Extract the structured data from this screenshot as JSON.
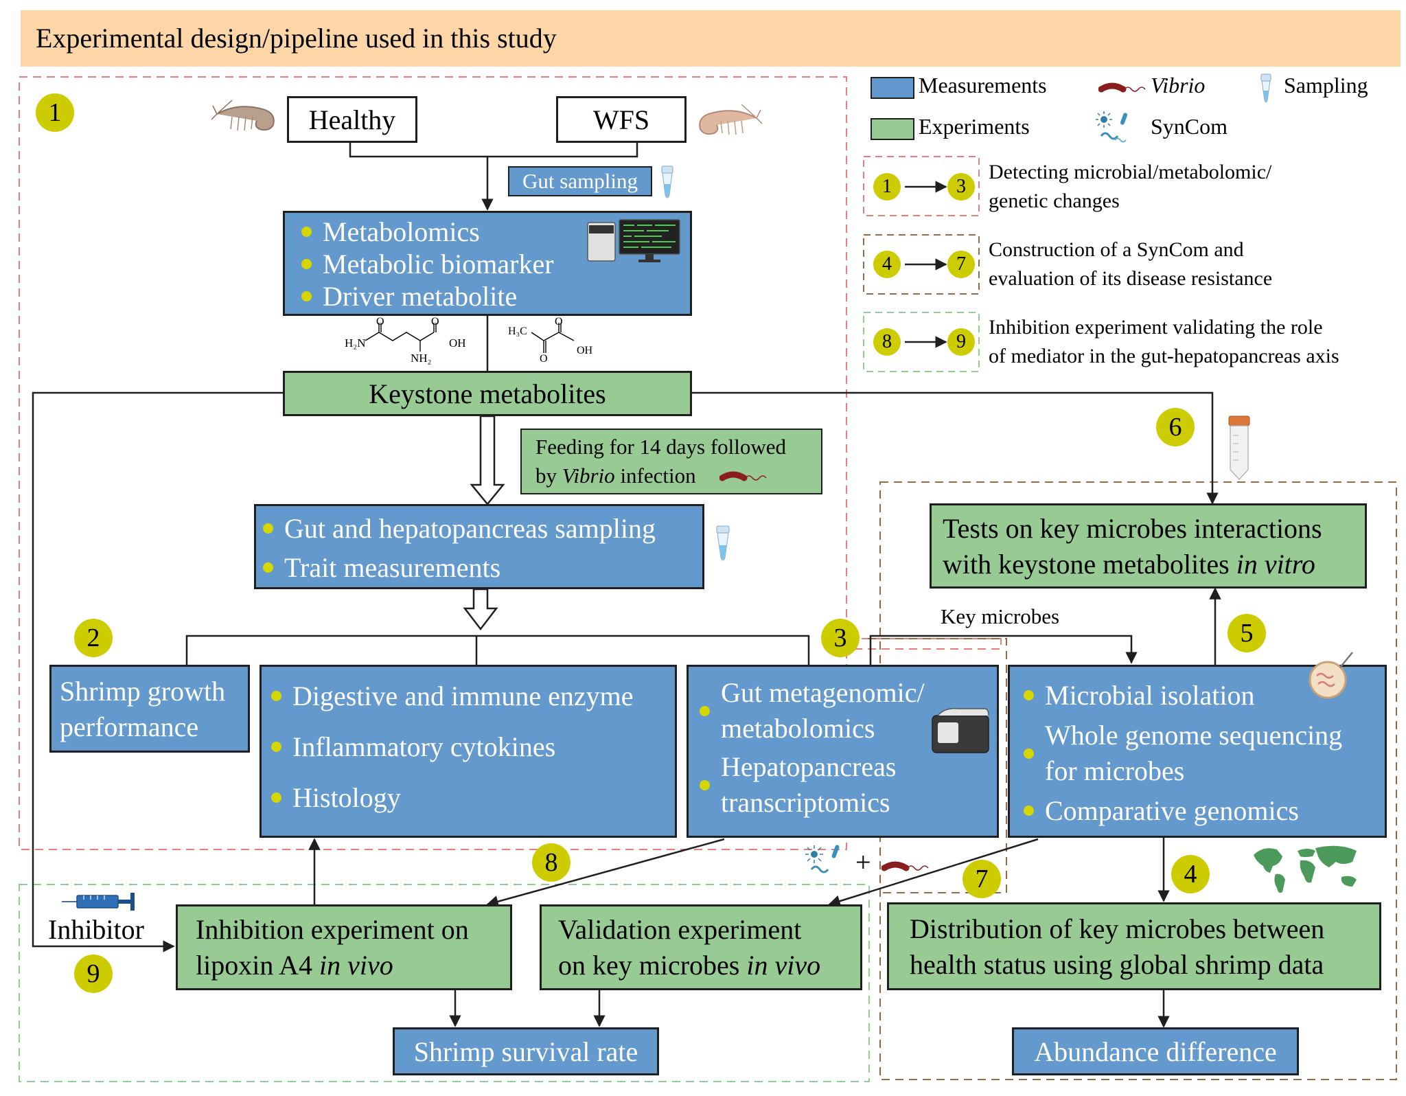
{
  "header": {
    "title": "Experimental design/pipeline used in this study"
  },
  "legend": {
    "measurements": "Measurements",
    "experiments": "Experiments",
    "vibrio": "Vibrio",
    "syncom": "SynCom",
    "sampling": "Sampling",
    "colors": {
      "measurements": "#6499cd",
      "experiments": "#98cb93"
    },
    "phases": [
      {
        "from": "1",
        "to": "3",
        "text1": "Detecting microbial/metabolomic/",
        "text2": "genetic changes"
      },
      {
        "from": "4",
        "to": "7",
        "text1": "Construction of a SynCom and",
        "text2": "evaluation of its disease resistance"
      },
      {
        "from": "8",
        "to": "9",
        "text1": "Inhibition experiment validating the role",
        "text2": "of mediator in the gut-hepatopancreas axis"
      }
    ]
  },
  "badges": {
    "b1": "1",
    "b2": "2",
    "b3": "3",
    "b4": "4",
    "b5": "5",
    "b6": "6",
    "b7": "7",
    "b8": "8",
    "b9": "9"
  },
  "groups": {
    "healthy": "Healthy",
    "wfs": "WFS"
  },
  "gut_sampling": "Gut sampling",
  "metabolomics_box": [
    "Metabolomics",
    "Metabolic biomarker",
    "Driver metabolite"
  ],
  "chem": {
    "glutamine_o": "O",
    "glutamine_h2n": "H₂N",
    "glutamine_oh": "OH",
    "glutamine_nh2": "NH₂",
    "pyruvate_h3c": "H₃C",
    "pyruvate_o1": "O",
    "pyruvate_o2": "O",
    "pyruvate_oh": "OH"
  },
  "keystone": "Keystone metabolites",
  "feeding": {
    "line1": "Feeding for 14 days followed",
    "line2_pre": "by ",
    "line2_em": "Vibrio",
    "line2_post": " infection"
  },
  "sampling_box": [
    "Gut and hepatopancreas sampling",
    "Trait measurements"
  ],
  "growth_box": [
    "Shrimp growth",
    "performance"
  ],
  "enzyme_box": [
    "Digestive and immune enzyme",
    "Inflammatory cytokines",
    "Histology"
  ],
  "meta_box": {
    "a1": "Gut metagenomic/",
    "a2": "metabolomics",
    "b1": "Hepatopancreas",
    "b2": "transcriptomics"
  },
  "microbe_box": {
    "i1": "Microbial isolation",
    "i2a": "Whole genome sequencing",
    "i2b": "for microbes",
    "i3": "Comparative genomics"
  },
  "tests_box": {
    "line1": "Tests on key microbes interactions",
    "line2_pre": "with keystone metabolites ",
    "line2_em": "in vitro"
  },
  "key_microbes": "Key microbes",
  "plus": "+",
  "inhibitor": "Inhibitor",
  "inhibition_box": {
    "line1": "Inhibition experiment on",
    "line2_pre": "lipoxin A4 ",
    "line2_em": "in vivo"
  },
  "validation_box": {
    "line1": "Validation experiment",
    "line2_pre": "on key microbes ",
    "line2_em": "in vivo"
  },
  "distribution_box": [
    "Distribution of key microbes between",
    "health status using global shrimp data"
  ],
  "survival": "Shrimp survival rate",
  "abundance": "Abundance difference"
}
